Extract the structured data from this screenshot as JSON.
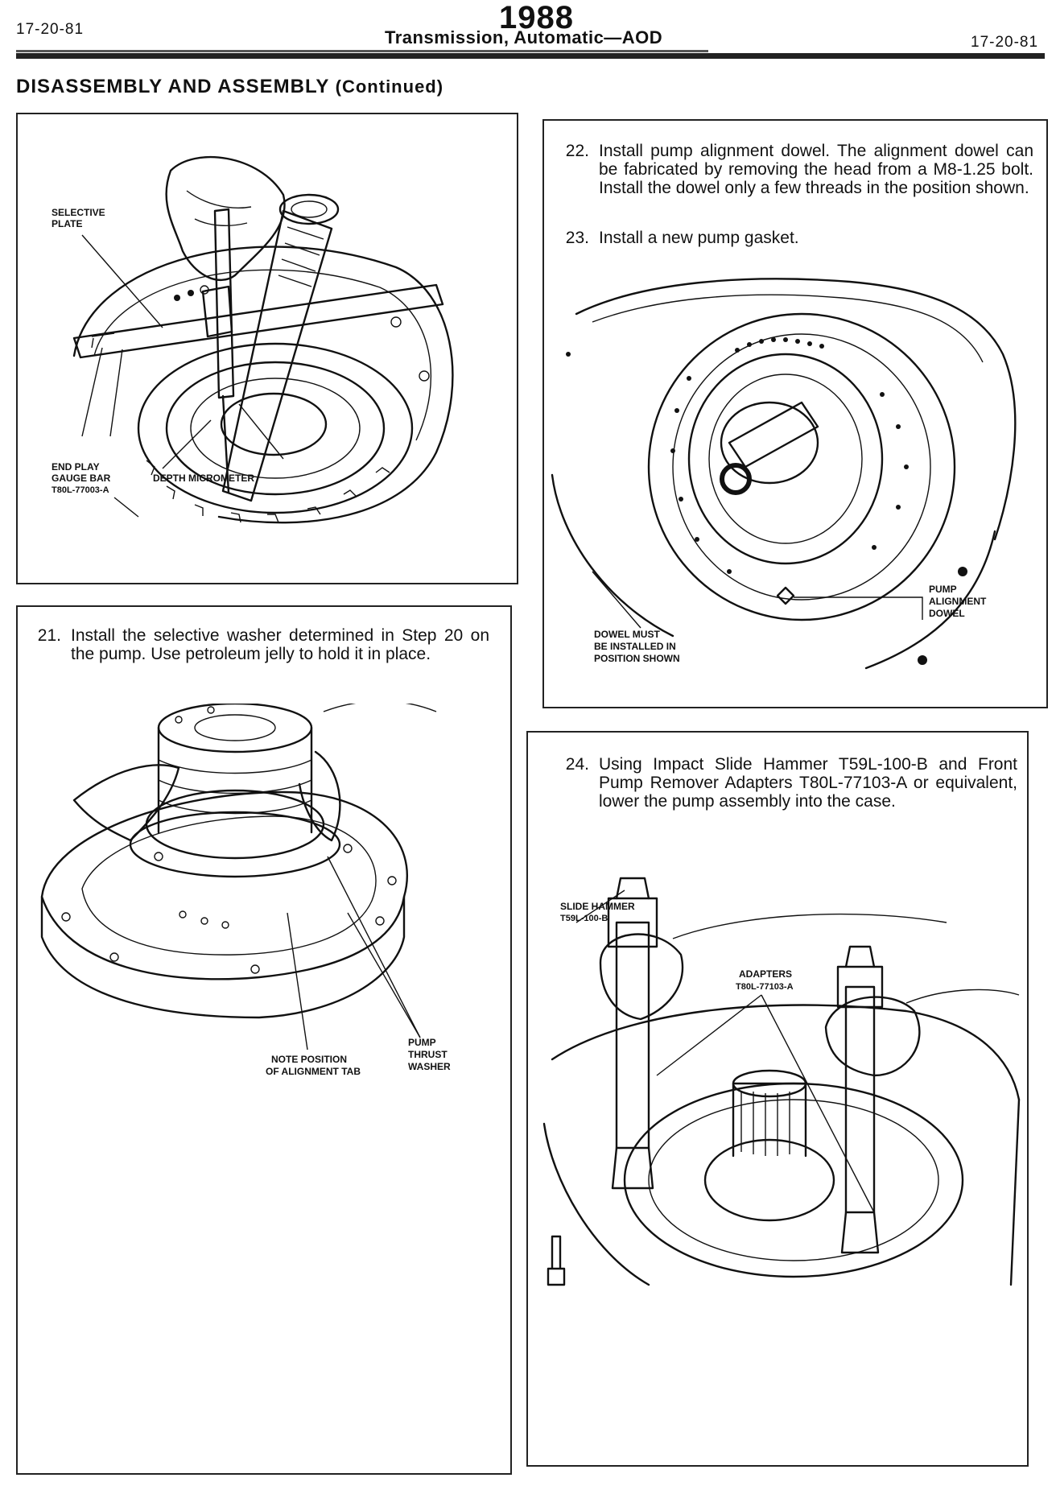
{
  "header": {
    "page_left": "17-20-81",
    "year": "1988",
    "title": "Transmission, Automatic—AOD",
    "page_right": "17-20-81"
  },
  "section": {
    "title": "DISASSEMBLY AND ASSEMBLY",
    "subtitle": "(Continued)"
  },
  "figure_depth": {
    "label_selective_plate": [
      "SELECTIVE",
      "PLATE"
    ],
    "label_end_play": [
      "END PLAY",
      "GAUGE BAR",
      "T80L-77003-A"
    ],
    "label_depth_micrometer": "DEPTH MICROMETER"
  },
  "step21": {
    "number": "21.",
    "text": "Install the selective washer determined in Step 20 on the pump. Use petroleum jelly to hold it in place.",
    "label_pump_thrust_washer": [
      "PUMP",
      "THRUST",
      "WASHER"
    ],
    "label_note_position": [
      "NOTE POSITION",
      "OF ALIGNMENT TAB"
    ]
  },
  "step22": {
    "number": "22.",
    "text": "Install pump alignment dowel. The alignment dowel can be fabricated by removing the head from a M8-1.25 bolt. Install the dowel only a few threads in the position shown."
  },
  "step23": {
    "number": "23.",
    "text": "Install a new pump gasket.",
    "label_pump_alignment_dowel": [
      "PUMP",
      "ALIGNMENT",
      "DOWEL"
    ],
    "label_dowel_must": [
      "DOWEL MUST",
      "BE INSTALLED IN",
      "POSITION SHOWN"
    ]
  },
  "step24": {
    "number": "24.",
    "text": "Using Impact Slide Hammer T59L-100-B and Front Pump Remover Adapters T80L-77103-A or equivalent, lower the pump assembly into the case.",
    "label_slide_hammer": [
      "SLIDE HAMMER",
      "T59L-100-B"
    ],
    "label_adapters": [
      "ADAPTERS",
      "T80L-77103-A"
    ]
  }
}
